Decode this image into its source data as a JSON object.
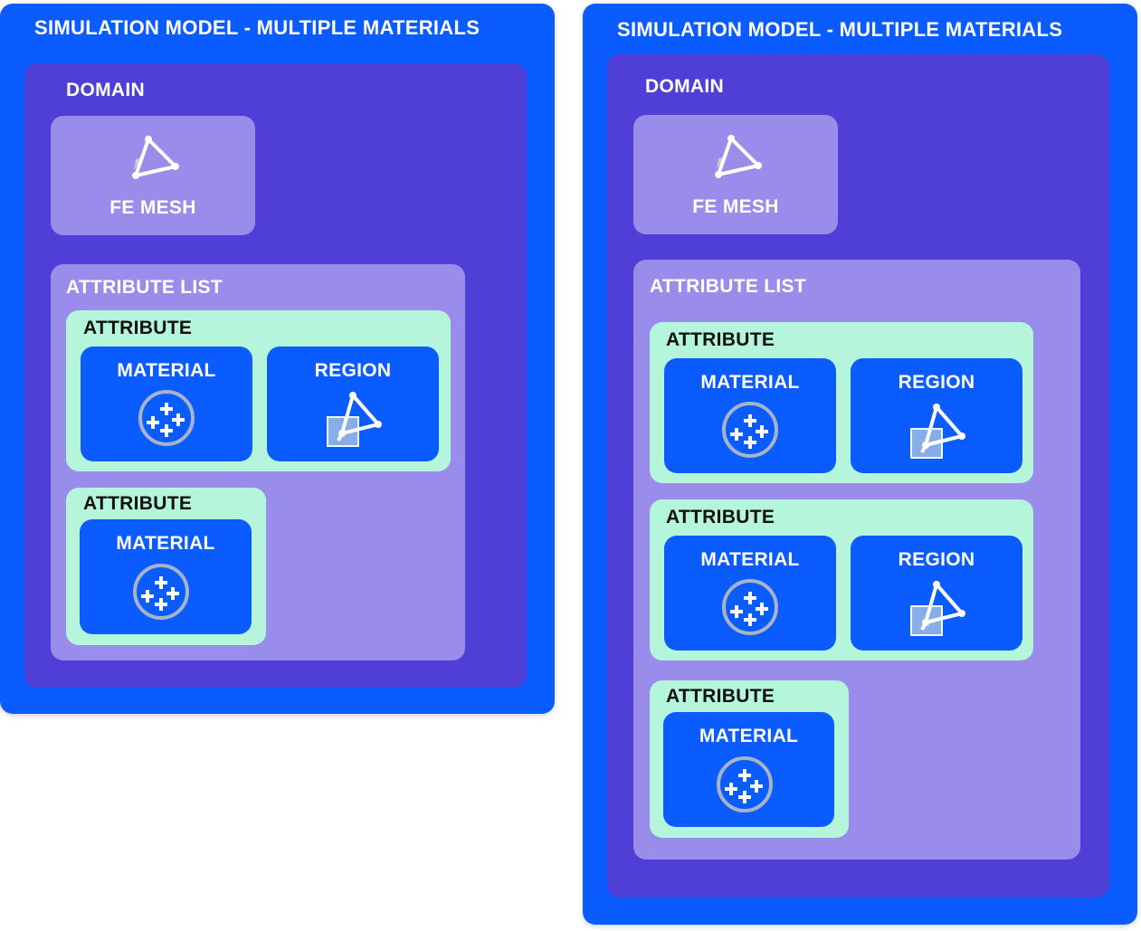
{
  "icons": {
    "mesh": "triangle-mesh-icon",
    "material": "material-particles-icon",
    "region": "region-triangle-icon"
  },
  "colors": {
    "model": "#0b5cff",
    "domain": "#4f3fd6",
    "list": "#9a8ceb",
    "attribute": "#b4f5dc",
    "item": "#0b5cff"
  },
  "left": {
    "title": "SIMULATION MODEL - MULTIPLE MATERIALS",
    "domain": "DOMAIN",
    "mesh": "FE MESH",
    "attribute_list": "ATTRIBUTE LIST",
    "attributes": [
      {
        "label": "ATTRIBUTE",
        "material": "MATERIAL",
        "region": "REGION"
      },
      {
        "label": "ATTRIBUTE",
        "material": "MATERIAL"
      }
    ]
  },
  "right": {
    "title": "SIMULATION MODEL - MULTIPLE MATERIALS",
    "domain": "DOMAIN",
    "mesh": "FE MESH",
    "attribute_list": "ATTRIBUTE LIST",
    "attributes": [
      {
        "label": "ATTRIBUTE",
        "material": "MATERIAL",
        "region": "REGION"
      },
      {
        "label": "ATTRIBUTE",
        "material": "MATERIAL",
        "region": "REGION"
      },
      {
        "label": "ATTRIBUTE",
        "material": "MATERIAL"
      }
    ]
  }
}
